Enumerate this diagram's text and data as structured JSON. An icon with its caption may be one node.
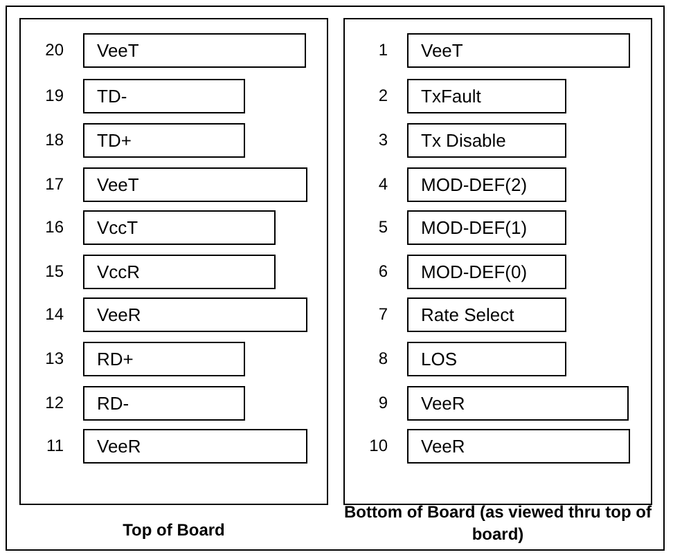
{
  "diagram": {
    "nodes": [
      {
        "text": [
          "Top of Board"
        ]
      },
      {
        "text": [
          "VeeT"
        ],
        "in": 0,
        "beside": [
          "20"
        ]
      },
      {
        "text": [
          "TD-"
        ],
        "in": 0,
        "beside": [
          "19"
        ]
      },
      {
        "text": [
          "TD+"
        ],
        "in": 0,
        "beside": [
          "18"
        ]
      },
      {
        "text": [
          "VeeT"
        ],
        "in": 0,
        "beside": [
          "17"
        ]
      },
      {
        "text": [
          "VccT"
        ],
        "in": 0,
        "beside": [
          "16"
        ]
      },
      {
        "text": [
          "VccR"
        ],
        "in": 0,
        "beside": [
          "15"
        ]
      },
      {
        "text": [
          "VeeR"
        ],
        "in": 0,
        "beside": [
          "14"
        ]
      },
      {
        "text": [
          "RD+"
        ],
        "in": 0,
        "beside": [
          "13"
        ]
      },
      {
        "text": [
          "RD-"
        ],
        "in": 0,
        "beside": [
          "12"
        ]
      },
      {
        "text": [
          "VeeR"
        ],
        "in": 0,
        "beside": [
          "11"
        ]
      },
      {
        "text": [
          "Bottom of Board (as viewed thru top of board)"
        ]
      },
      {
        "text": [
          "VeeT"
        ],
        "in": 11,
        "beside": [
          "1"
        ]
      },
      {
        "text": [
          "TxFault"
        ],
        "in": 11,
        "beside": [
          "2"
        ]
      },
      {
        "text": [
          "Tx Disable"
        ],
        "in": 11,
        "beside": [
          "3"
        ]
      },
      {
        "text": [
          "MOD-DEF(2)"
        ],
        "in": 11,
        "beside": [
          "4"
        ]
      },
      {
        "text": [
          "MOD-DEF(1)"
        ],
        "in": 11,
        "beside": [
          "5"
        ]
      },
      {
        "text": [
          "MOD-DEF(0)"
        ],
        "in": 11,
        "beside": [
          "6"
        ]
      },
      {
        "text": [
          "Rate Select"
        ],
        "in": 11,
        "beside": [
          "7"
        ]
      },
      {
        "text": [
          "LOS"
        ],
        "in": 11,
        "beside": [
          "8"
        ]
      },
      {
        "text": [
          "VeeR"
        ],
        "in": 11,
        "beside": [
          "9"
        ]
      },
      {
        "text": [
          "VeeR"
        ],
        "in": 11,
        "beside": [
          "10"
        ]
      }
    ]
  }
}
